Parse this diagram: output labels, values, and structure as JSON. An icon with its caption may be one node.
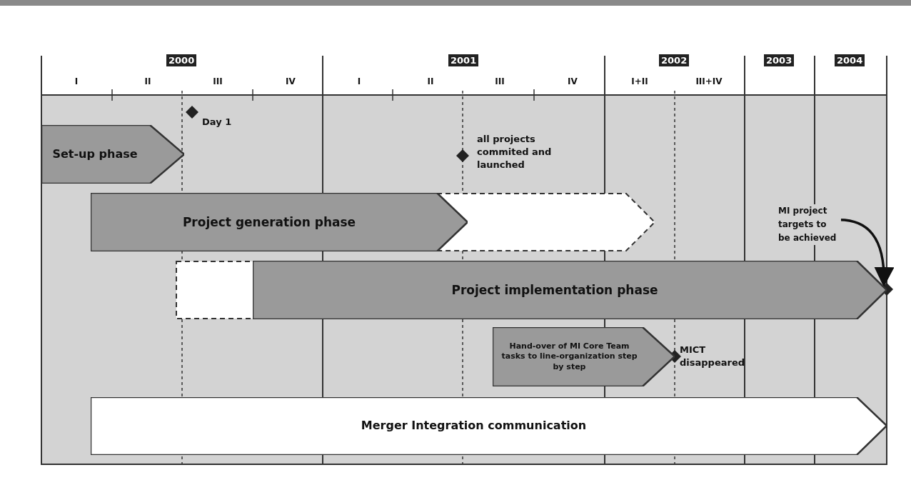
{
  "diagram": {
    "nodes": [
      {
        "text": [
          "Set-up phase"
        ]
      },
      {
        "text": [
          "Project generation phase"
        ]
      },
      {
        "text": [
          "Project implementation phase"
        ]
      },
      {
        "text": [
          "Hand-over of MI Core Team tasks to line-organization step by step"
        ]
      },
      {
        "text": [
          "Merger Integration communication"
        ]
      },
      {
        "text": [],
        "shape": "diamond",
        "beside": [
          "Day 1"
        ]
      },
      {
        "text": [],
        "shape": "diamond",
        "beside": [
          "all projects commited and launched"
        ]
      },
      {
        "text": [],
        "shape": "diamond",
        "beside": [
          "MICT disappeared"
        ]
      },
      {
        "text": [],
        "shape": "diamond"
      },
      {
        "text": [
          "MI project targets to be achieved"
        ]
      },
      {
        "text": [],
        "shape": "box"
      },
      {
        "text": [],
        "shape": "box"
      }
    ],
    "edges": [
      {
        "from": 9,
        "to": 8,
        "arrow": "to"
      }
    ],
    "labels": [
      "2000",
      "2001",
      "2002",
      "2003",
      "2004",
      "I",
      "II",
      "III",
      "IV",
      "I",
      "II",
      "III",
      "IV",
      "I+II",
      "III+IV"
    ]
  }
}
